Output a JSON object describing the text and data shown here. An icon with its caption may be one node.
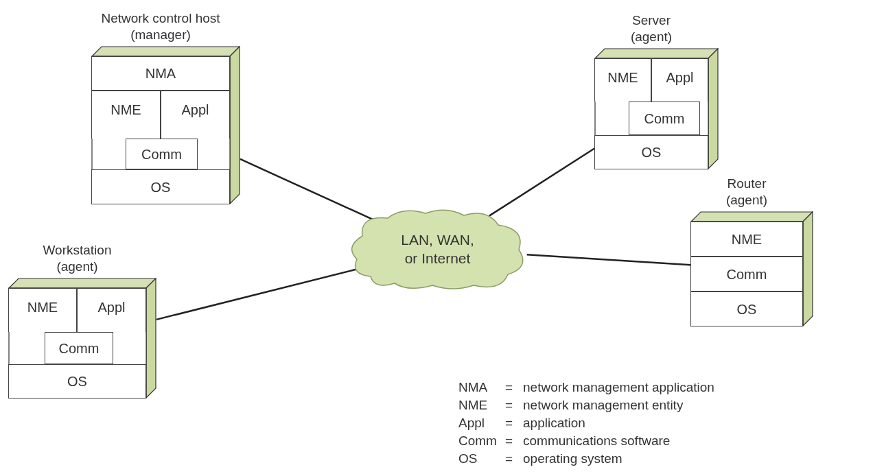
{
  "diagram": {
    "nodes": [
      {
        "text": [
          "Network control host (manager)"
        ]
      },
      {
        "text": [
          "NMA"
        ],
        "in": 0
      },
      {
        "text": [
          "NME"
        ],
        "in": 0
      },
      {
        "text": [
          "Appl"
        ],
        "in": 0
      },
      {
        "text": [
          "Comm"
        ],
        "in": 0
      },
      {
        "text": [
          "OS"
        ],
        "in": 0
      },
      {
        "text": [
          "Server (agent)"
        ]
      },
      {
        "text": [
          "NME"
        ],
        "in": 6
      },
      {
        "text": [
          "Appl"
        ],
        "in": 6
      },
      {
        "text": [
          "Comm"
        ],
        "in": 6
      },
      {
        "text": [
          "OS"
        ],
        "in": 6
      },
      {
        "text": [
          "Router (agent)"
        ]
      },
      {
        "text": [
          "NME"
        ],
        "in": 11
      },
      {
        "text": [
          "Comm"
        ],
        "in": 11
      },
      {
        "text": [
          "OS"
        ],
        "in": 11
      },
      {
        "text": [
          "Workstation (agent)"
        ]
      },
      {
        "text": [
          "NME"
        ],
        "in": 15
      },
      {
        "text": [
          "Appl"
        ],
        "in": 15
      },
      {
        "text": [
          "Comm"
        ],
        "in": 15
      },
      {
        "text": [
          "OS"
        ],
        "in": 15
      },
      {
        "text": [
          "LAN, WAN, or Internet"
        ]
      }
    ],
    "edges": [
      {
        "from": 0,
        "to": 20,
        "arrow": "none"
      },
      {
        "from": 6,
        "to": 20,
        "arrow": "none"
      },
      {
        "from": 11,
        "to": 20,
        "arrow": "none"
      },
      {
        "from": 15,
        "to": 20,
        "arrow": "none"
      }
    ],
    "labels": [
      "NMA",
      "=",
      "network management application",
      "NME",
      "=",
      "network management entity",
      "Appl",
      "=",
      "application",
      "Comm",
      "=",
      "communications software",
      "OS",
      "=",
      "operating system"
    ]
  }
}
